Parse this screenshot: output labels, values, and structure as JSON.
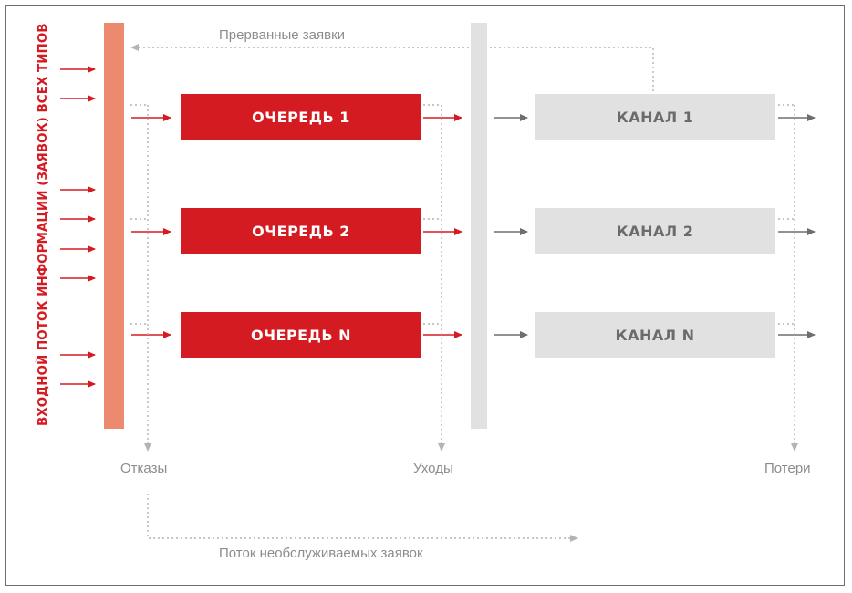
{
  "input_label": "ВХОДНОЙ ПОТОК ИНФОРМАЦИИ (ЗАЯВОК) ВСЕХ ТИПОВ",
  "queues": [
    "ОЧЕРЕДЬ 1",
    "ОЧЕРЕДЬ 2",
    "ОЧЕРЕДЬ N"
  ],
  "channels": [
    "КАНАЛ 1",
    "КАНАЛ 2",
    "КАНАЛ N"
  ],
  "labels": {
    "interrupted": "Прерванные заявки",
    "refusals": "Отказы",
    "departures": "Уходы",
    "losses": "Потери",
    "unserved_flow": "Поток необслуживаемых заявок"
  },
  "colors": {
    "accent_red": "#d51b22",
    "input_bar": "#ec8a6f",
    "switch_bar": "#e1e1e1",
    "channel_fill": "#e1e1e1",
    "gray_text": "#8c8c8c",
    "gray_arrow": "#6e6e6e"
  }
}
